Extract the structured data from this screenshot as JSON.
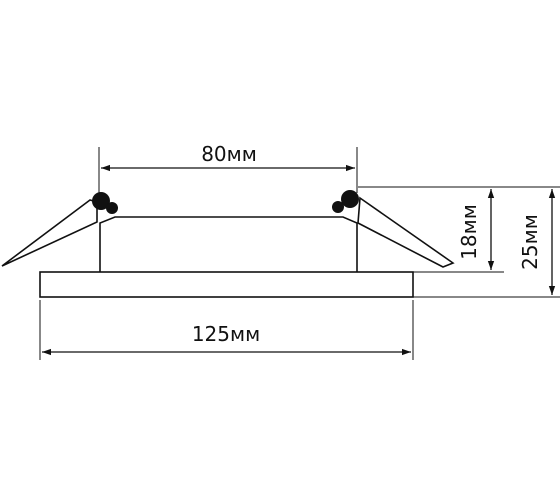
{
  "dimensions": {
    "inner_width": "80мм",
    "outer_width": "125мм",
    "body_height": "18мм",
    "total_height": "25мм"
  },
  "colors": {
    "line": "#111111",
    "background": "#ffffff"
  }
}
